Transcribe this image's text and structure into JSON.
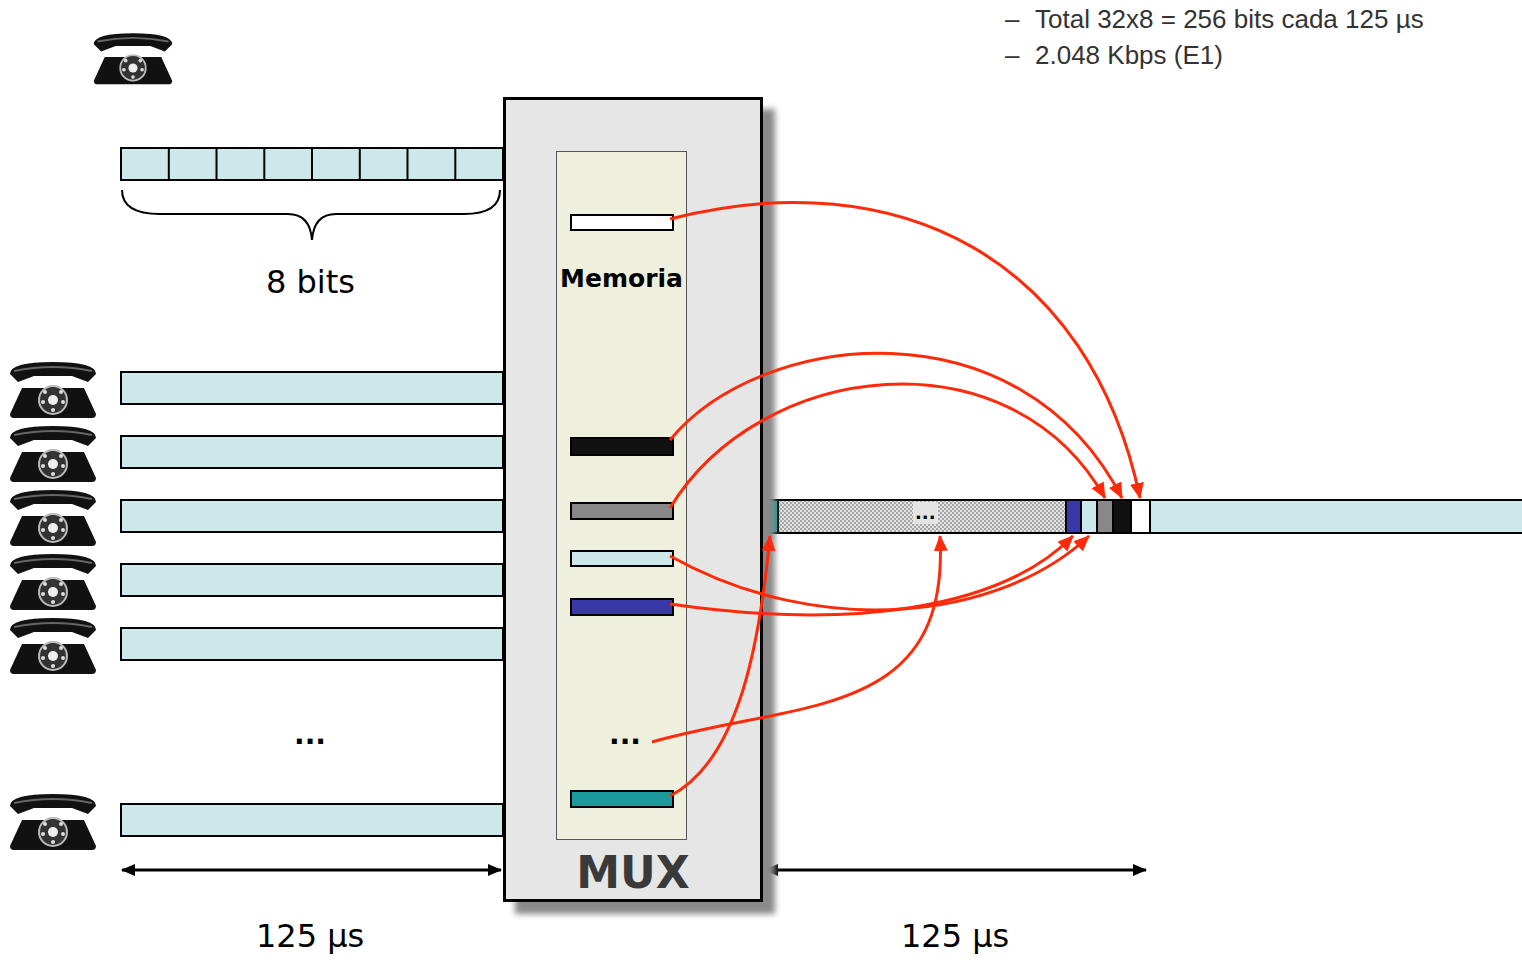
{
  "diagram": {
    "nodes": [
      {
        "text": [
          "MUX"
        ]
      },
      {
        "text": [
          "Memoria"
        ],
        "in": 0
      }
    ],
    "labels": [
      "–",
      "Total 32x8 = 256 bits cada 125 µs",
      "–",
      "2.048 Kbps (E1)",
      "8 bits",
      "...",
      "...",
      "...",
      "125 µs",
      "125 µs"
    ]
  }
}
